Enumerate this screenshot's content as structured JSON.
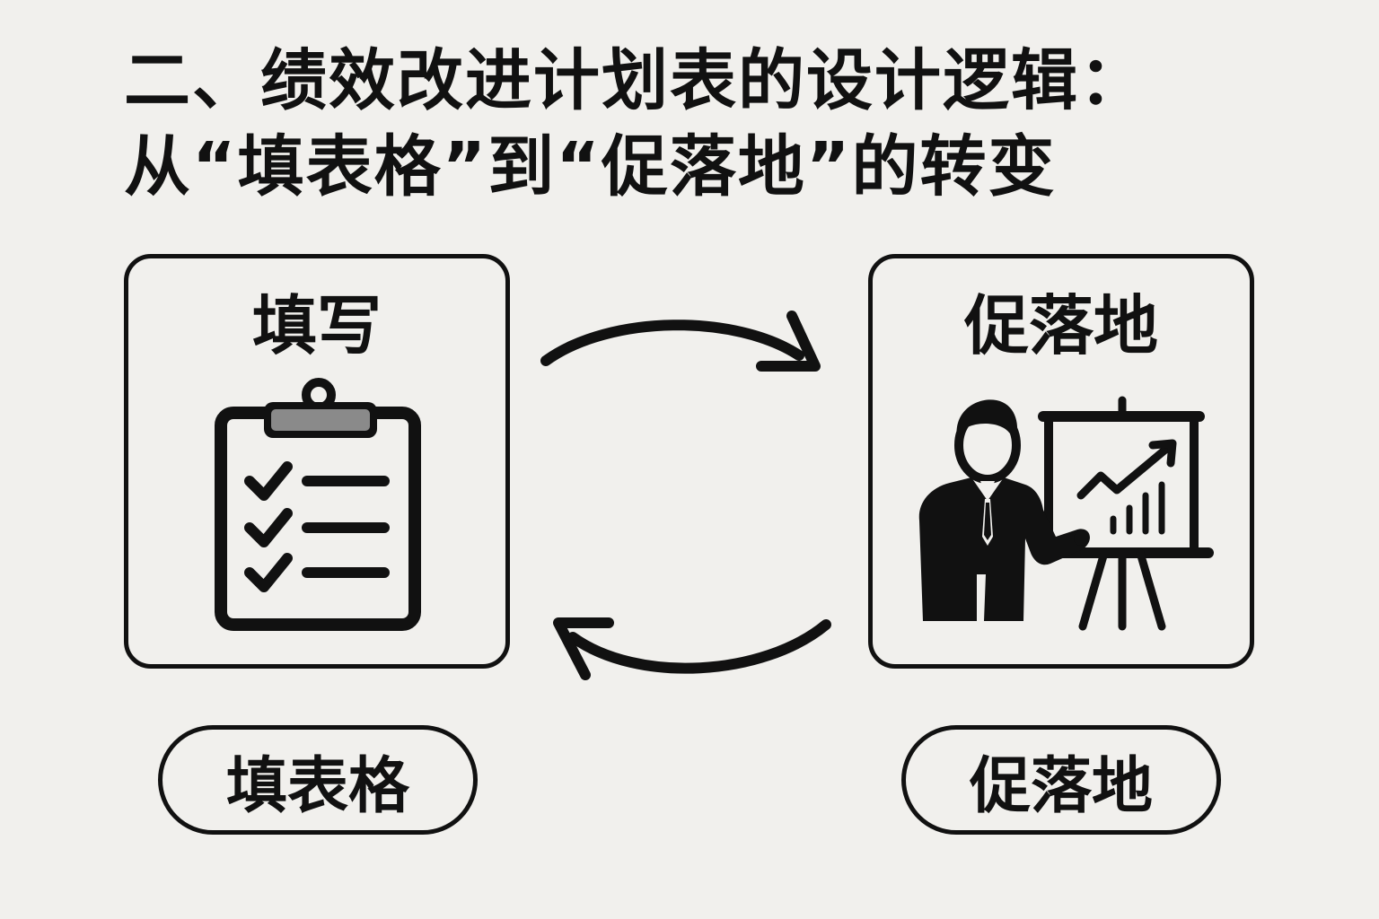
{
  "title": {
    "line1": "二、绩效改进计划表的设计逻辑：",
    "line2": "从“填表格”到“促落地”的转变"
  },
  "left_panel": {
    "heading": "填写",
    "icon": "clipboard-checklist-icon"
  },
  "right_panel": {
    "heading": "促落地",
    "icon": "presenter-with-chart-icon"
  },
  "left_pill": {
    "label": "填表格"
  },
  "right_pill": {
    "label": "促落地"
  },
  "colors": {
    "background": "#f1f0ed",
    "stroke": "#111111",
    "clip": "#8a8a8a"
  }
}
